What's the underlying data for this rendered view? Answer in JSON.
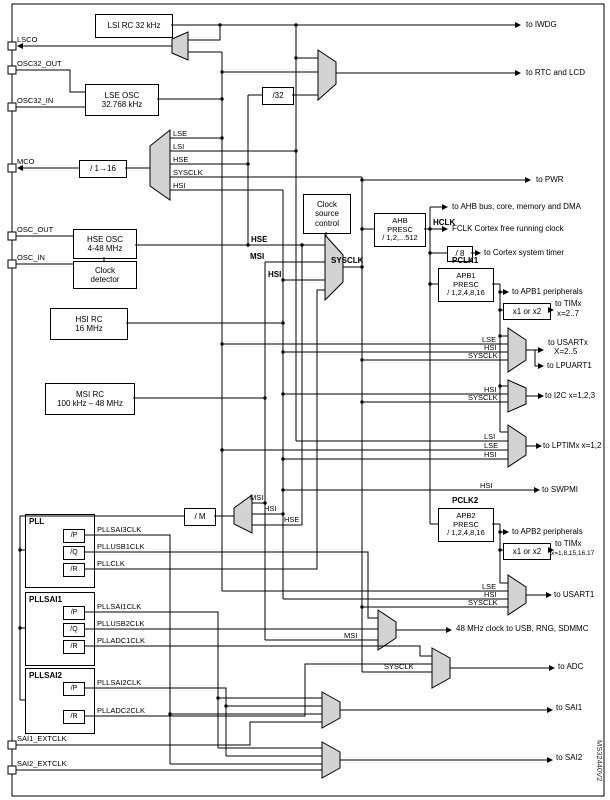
{
  "watermark": "MS32440V2",
  "pins": {
    "lsco": "LSCO",
    "osc32_out": "OSC32_OUT",
    "osc32_in": "OSC32_IN",
    "mco": "MCO",
    "osc_out": "OSC_OUT",
    "osc_in": "OSC_IN",
    "sai1_extclk": "SAI1_EXTCLK",
    "sai2_extclk": "SAI2_EXTCLK"
  },
  "blocks": {
    "lsi_rc": "LSI RC 32 kHz",
    "lse_osc_l1": "LSE OSC",
    "lse_osc_l2": "32.768 kHz",
    "div32": "/32",
    "div1_16": "/ 1→16",
    "hse_osc_l1": "HSE OSC",
    "hse_osc_l2": "4-48 MHz",
    "clk_det_l1": "Clock",
    "clk_det_l2": "detector",
    "csc_l1": "Clock",
    "csc_l2": "source",
    "csc_l3": "control",
    "ahb_l1": "AHB",
    "ahb_l2": "PRESC",
    "ahb_l3": "/ 1,2,...512",
    "div8": "/ 8",
    "apb1_l1": "APB1",
    "apb1_l2": "PRESC",
    "apb1_l3": "/ 1,2,4,8,16",
    "x1x2": "x1 or x2",
    "apb2_l1": "APB2",
    "apb2_l2": "PRESC",
    "apb2_l3": "/ 1,2,4,8,16",
    "hsi_rc_l1": "HSI RC",
    "hsi_rc_l2": "16 MHz",
    "msi_rc_l1": "MSI RC",
    "msi_rc_l2": "100 kHz – 48 MHz",
    "div_m": "/ M"
  },
  "pll": {
    "pll": "PLL",
    "pllsai1": "PLLSAI1",
    "pllsai2": "PLLSAI2",
    "div_p": "/P",
    "div_q": "/Q",
    "div_r": "/R",
    "pllsai3clk": "PLLSAI3CLK",
    "pllusb1clk": "PLLUSB1CLK",
    "pllclk": "PLLCLK",
    "pllsai1clk": "PLLSAI1CLK",
    "pllusb2clk": "PLLUSB2CLK",
    "plladc1clk": "PLLADC1CLK",
    "pllsai2clk": "PLLSAI2CLK",
    "plladc2clk": "PLLADC2CLK"
  },
  "signals": {
    "lse": "LSE",
    "lsi": "LSI",
    "hse": "HSE",
    "hsi": "HSI",
    "msi": "MSI",
    "sysclk": "SYSCLK",
    "hclk": "HCLK",
    "pclk1": "PCLK1",
    "pclk2": "PCLK2"
  },
  "outputs": {
    "iwdg": "to IWDG",
    "rtc": "to RTC and LCD",
    "pwr": "to PWR",
    "ahb_bus": "to AHB bus, core, memory and DMA",
    "fclk": "FCLK Cortex free running clock",
    "cortex_timer": "to Cortex system timer",
    "apb1_periph": "to APB1 peripherals",
    "timx_a_l1": "to TIMx",
    "timx_a_l2": "x=2..7",
    "usartx_l1": "to USARTx",
    "usartx_l2": "X=2..5",
    "lpuart1": "to LPUART1",
    "i2c": "to I2C x=1,2,3",
    "lptim": "to LPTIMx x=1,2",
    "swpmi": "to SWPMI",
    "apb2_periph": "to APB2 peripherals",
    "timx_b_l1": "to TIMx",
    "timx_b_l2": "x=1,8,15,16,17",
    "usart1": "to USART1",
    "clk48": "48 MHz clock to USB, RNG, SDMMC",
    "adc": "to ADC",
    "sai1": "to SAI1",
    "sai2": "to SAI2"
  },
  "colors": {
    "wire": "#000000",
    "mux_fill": "#d3d3d3"
  }
}
